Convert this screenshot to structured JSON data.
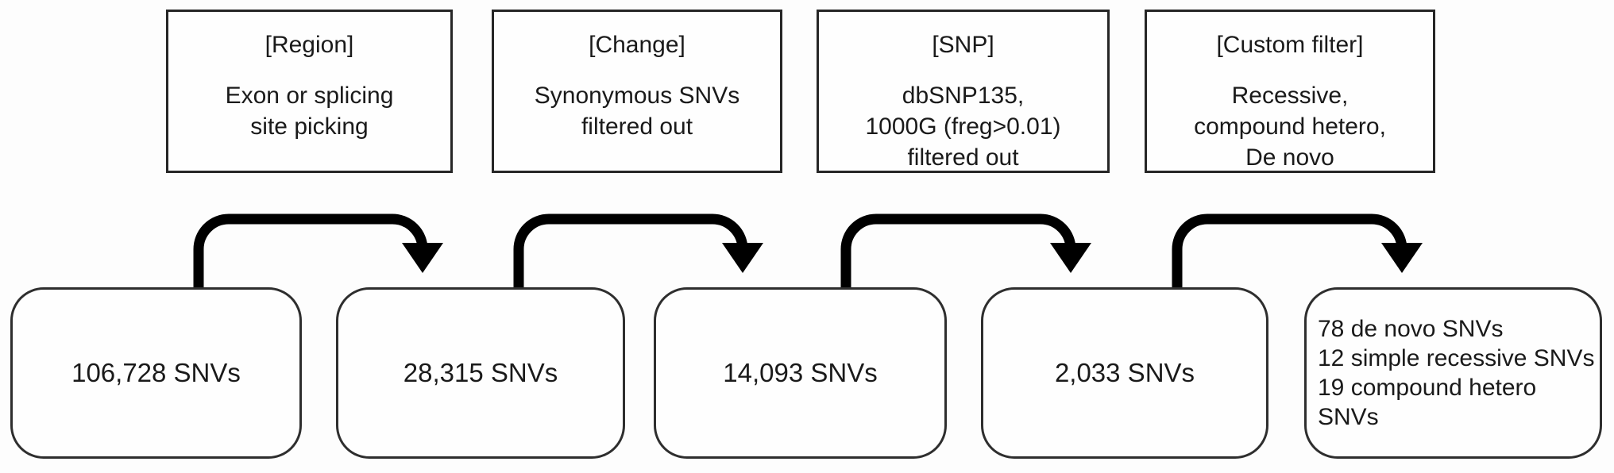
{
  "diagram": {
    "filters": [
      {
        "label": "[Region]",
        "lines": [
          "Exon or splicing",
          "site picking"
        ]
      },
      {
        "label": "[Change]",
        "lines": [
          "Synonymous SNVs",
          "filtered out"
        ]
      },
      {
        "label": "[SNP]",
        "lines": [
          "dbSNP135,",
          "1000G (freg>0.01)",
          "filtered out"
        ]
      },
      {
        "label": "[Custom filter]",
        "lines": [
          "Recessive,",
          "compound hetero,",
          "De novo"
        ]
      }
    ],
    "nodes": [
      {
        "text": "106,728 SNVs"
      },
      {
        "text": "28,315 SNVs"
      },
      {
        "text": "14,093 SNVs"
      },
      {
        "text": "2,033 SNVs"
      },
      {
        "lines": [
          "78 de novo SNVs",
          "12 simple recessive SNVs",
          "19 compound hetero SNVs"
        ]
      }
    ],
    "colors": {
      "ink": "#1a1a1a",
      "box_border": "#262626",
      "arrow": "#000000",
      "background": "#fdfdfd"
    }
  }
}
